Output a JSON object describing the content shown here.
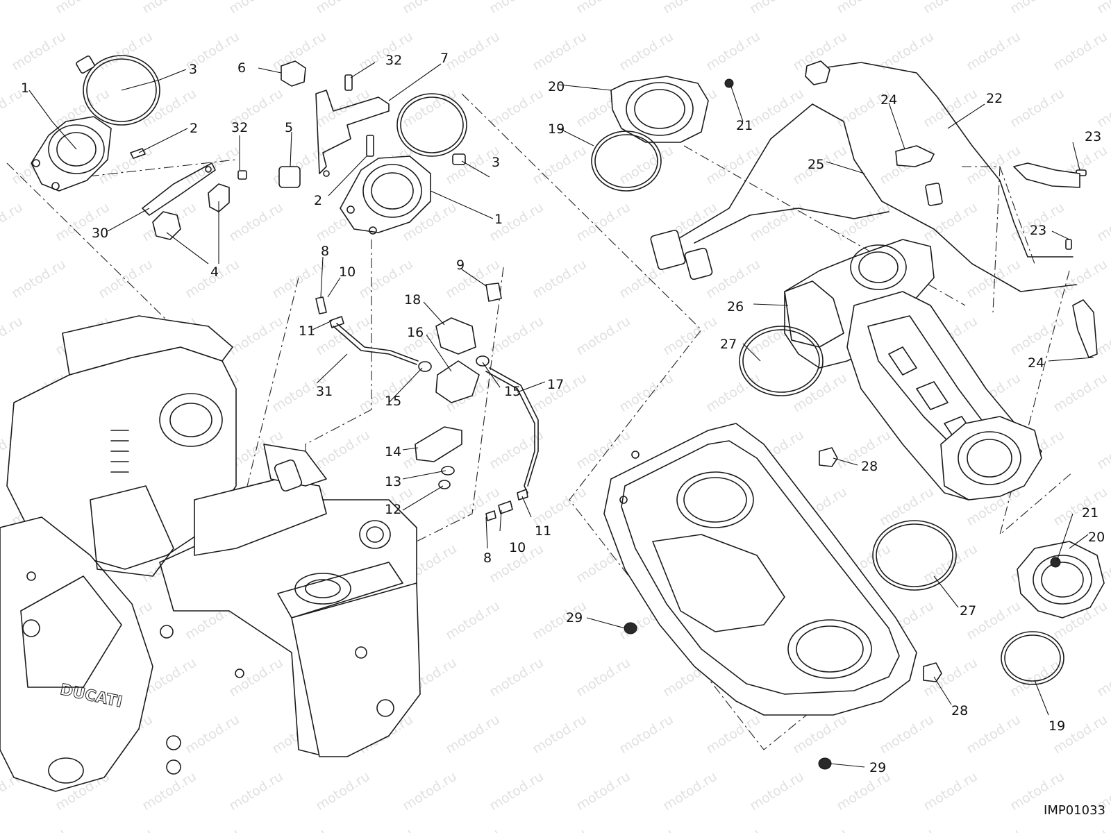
{
  "watermark": "motod.ru",
  "figure_code": "IMP01033",
  "callouts": {
    "c1a": "1",
    "c1b": "1",
    "c2a": "2",
    "c2b": "2",
    "c3a": "3",
    "c3b": "3",
    "c4": "4",
    "c5": "5",
    "c6": "6",
    "c7": "7",
    "c8a": "8",
    "c8b": "8",
    "c9": "9",
    "c10a": "10",
    "c10b": "10",
    "c11a": "11",
    "c11b": "11",
    "c12": "12",
    "c13": "13",
    "c14": "14",
    "c15a": "15",
    "c15b": "15",
    "c16": "16",
    "c17": "17",
    "c18": "18",
    "c19a": "19",
    "c19b": "19",
    "c20a": "20",
    "c20b": "20",
    "c21a": "21",
    "c21b": "21",
    "c22": "22",
    "c23a": "23",
    "c23b": "23",
    "c24a": "24",
    "c24b": "24",
    "c25": "25",
    "c26": "26",
    "c27a": "27",
    "c27b": "27",
    "c28a": "28",
    "c28b": "28",
    "c29a": "29",
    "c29b": "29",
    "c30": "30",
    "c31": "31",
    "c32a": "32",
    "c32b": "32"
  }
}
